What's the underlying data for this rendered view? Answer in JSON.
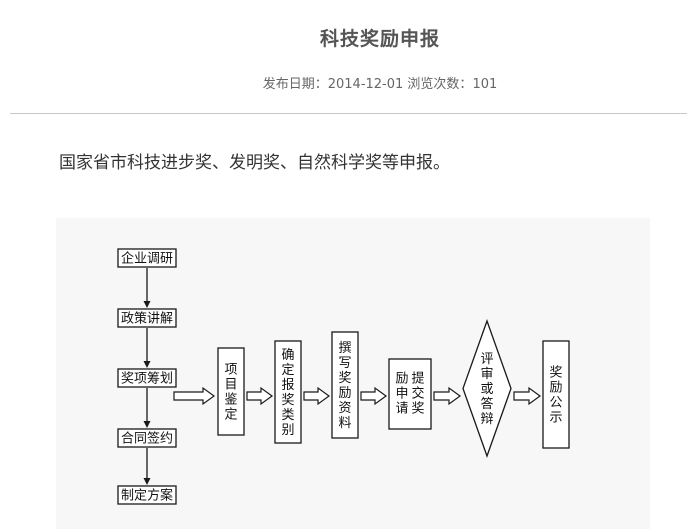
{
  "article": {
    "title": "科技奖励申报",
    "meta_prefix": "发布日期：",
    "date": "2014-12-01",
    "views_prefix": " 浏览次数：",
    "views": "101",
    "intro": "国家省市科技进步奖、发明奖、自然科学奖等申报。"
  },
  "diagram": {
    "prep_steps": [
      "企业调研",
      "政策讲解",
      "奖项筹划",
      "合同签约",
      "制定方案"
    ],
    "main_steps": [
      "项目鉴定",
      "确定报奖类别",
      "撰写奖励资料",
      "提交奖励申请",
      "评审或答辩",
      "奖励公示"
    ]
  }
}
